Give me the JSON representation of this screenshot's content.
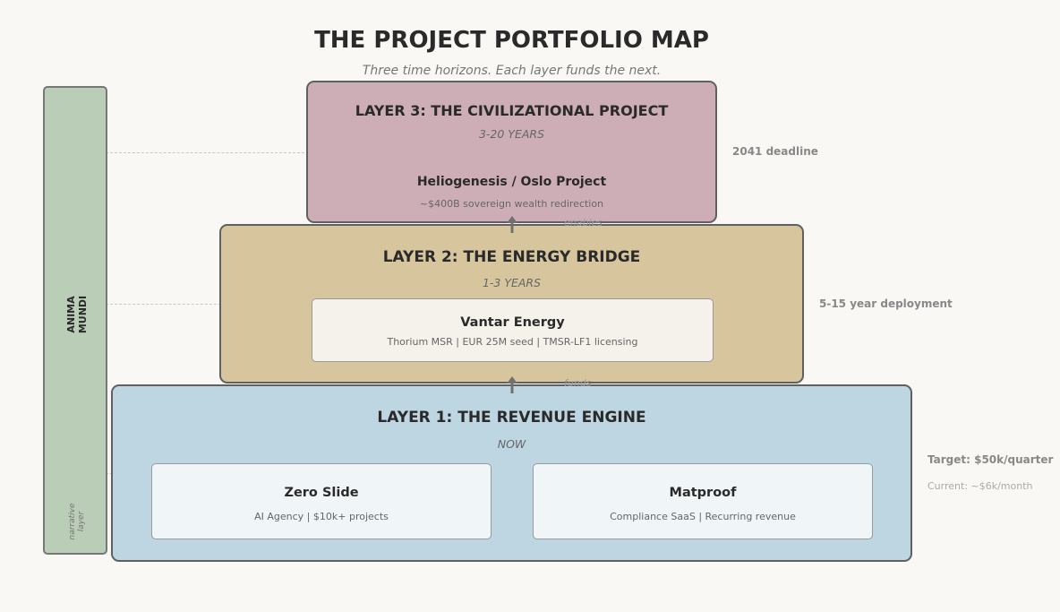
{
  "header": {
    "title": "THE PROJECT PORTFOLIO MAP",
    "subtitle": "Three time horizons. Each layer funds the next."
  },
  "sidebar": {
    "title_line1": "ANIMA",
    "title_line2": "MUNDI",
    "footer_line1": "narrative",
    "footer_line2": "layer"
  },
  "layer3": {
    "title": "LAYER 3: THE CIVILIZATIONAL PROJECT",
    "horizon": "3-20 YEARS",
    "project": "Heliogenesis / Oslo Project",
    "detail": "~$400B sovereign wealth redirection",
    "note": "2041 deadline"
  },
  "layer2": {
    "title": "LAYER 2: THE ENERGY BRIDGE",
    "horizon": "1-3 YEARS",
    "project": "Vantar Energy",
    "detail": "Thorium MSR  |  EUR 25M seed  |  TMSR-LF1 licensing",
    "note": "5-15 year deployment"
  },
  "layer1": {
    "title": "LAYER 1: THE REVENUE ENGINE",
    "horizon": "NOW",
    "projects": [
      {
        "name": "Zero Slide",
        "detail": "AI Agency  |  $10k+ projects"
      },
      {
        "name": "Matproof",
        "detail": "Compliance SaaS  |  Recurring revenue"
      }
    ],
    "note": "Target: $50k/quarter",
    "note_sub": "Current: ~$6k/month"
  },
  "connectors": {
    "upper": "enables",
    "lower": "funds"
  }
}
